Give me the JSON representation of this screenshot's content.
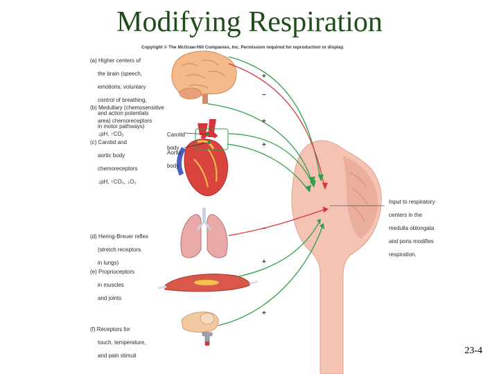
{
  "title": "Modifying Respiration",
  "copyright": "Copyright © The McGraw-Hill Companies, Inc. Permission required for reproduction or display.",
  "labels": {
    "a": [
      "(a) Higher centers of",
      "the brain (speech,",
      "emotions, voluntary",
      "control of breathing,",
      "and action potentials",
      "in motor pathways)"
    ],
    "b": [
      "(b) Medullary (chemosensitive",
      "area) chemoreceptors",
      "↓pH, ↑CO₂"
    ],
    "c": [
      "(c) Carotid and",
      "aortic body",
      "chemoreceptors",
      "↓pH, ↑CO₂, ↓O₂"
    ],
    "carotid": [
      "Carotid",
      "body"
    ],
    "aortic": [
      "Aortic",
      "body"
    ],
    "d": [
      "(d) Hering-Breuer reflex",
      "(stretch receptors",
      "in lungs)"
    ],
    "e": [
      "(e) Proprioceptors",
      "in muscles",
      "and joints"
    ],
    "f": [
      "(f) Receptors for",
      "touch, temperature,",
      "and pain stimuli"
    ],
    "input": [
      "Input to respiratory",
      "centers in the",
      "medulla oblongata",
      "and pons modifies",
      "respiration."
    ]
  },
  "signs": [
    "+",
    "−",
    "+",
    "+",
    "−",
    "+",
    "+"
  ],
  "slide_number": "23-4",
  "colors": {
    "title": "#1e4d1a",
    "excitatory": "#2e9e48",
    "inhibitory": "#d8343b",
    "brainstem": "#f2b7a6"
  }
}
